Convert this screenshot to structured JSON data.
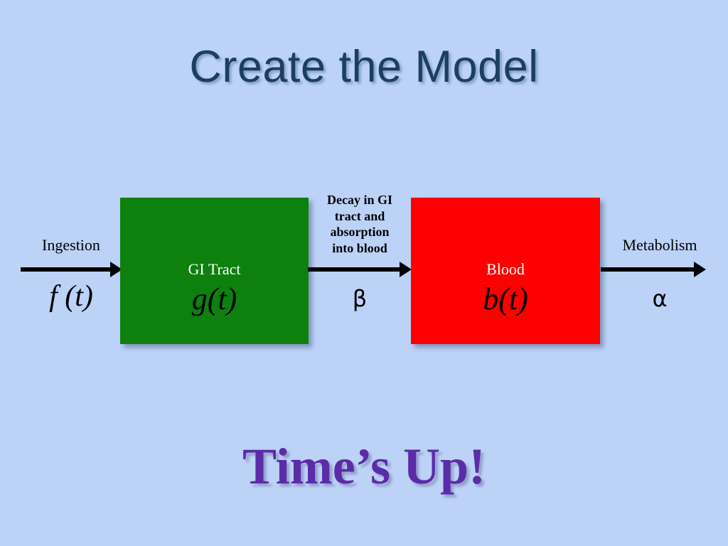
{
  "slide": {
    "title": "Create the Model",
    "background_color": "#bcd2f7",
    "title_color": "#1d3e63",
    "bottom_headline": "Time’s Up!",
    "bottom_headline_color": "#5b2ca8"
  },
  "diagram": {
    "type": "compartment-flow",
    "boxes": [
      {
        "id": "gi-tract",
        "name": "GI Tract",
        "function": "g(t)",
        "color": "#0e800e",
        "name_color": "#ffffff",
        "function_color": "#000000"
      },
      {
        "id": "blood",
        "name": "Blood",
        "function": "b(t)",
        "color": "#fe0000",
        "name_color": "#ffffff",
        "function_color": "#000000"
      }
    ],
    "flows": [
      {
        "id": "ingestion",
        "label": "Ingestion",
        "symbol": "f (t)",
        "symbol_kind": "math",
        "arrow_color": "#000000"
      },
      {
        "id": "gi-to-blood",
        "label_lines": [
          "Decay in GI",
          "tract and",
          "absorption",
          "into blood"
        ],
        "symbol": "β",
        "symbol_kind": "greek",
        "arrow_color": "#000000"
      },
      {
        "id": "metabolism",
        "label": "Metabolism",
        "symbol": "α",
        "symbol_kind": "greek",
        "arrow_color": "#000000"
      }
    ]
  }
}
